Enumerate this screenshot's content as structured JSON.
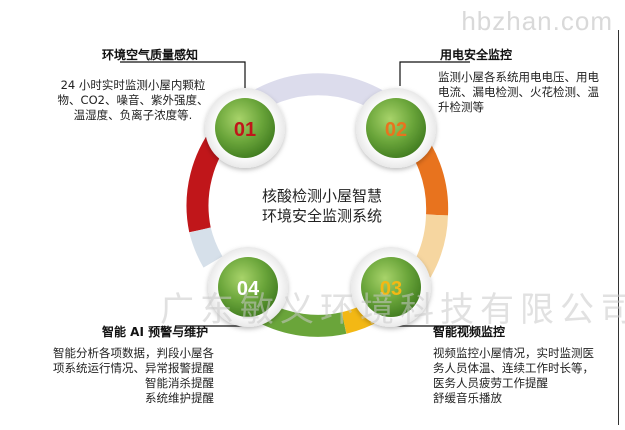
{
  "watermark_top": "hbzhan.com",
  "watermark_mid": "广东敏义环境科技有限公司",
  "center": {
    "line1": "核酸检测小屋智慧",
    "line2": "环境安全监测系统"
  },
  "nodes": [
    {
      "number": "01",
      "title": "环境空气质量感知",
      "lines": [
        "24 小时实时监测小屋内颗粒",
        "物、CO2、噪音、紫外强度、",
        "温湿度、负离子浓度等."
      ]
    },
    {
      "number": "02",
      "title": "用电安全监控",
      "lines": [
        "监测小屋各系统用电电压、用电",
        "电流、漏电检测、火花检测、温",
        "升检测等"
      ]
    },
    {
      "number": "03",
      "title": "智能视频监控",
      "lines": [
        "视频监控小屋情况，实时监测医",
        "务人员体温、连续工作时长等，",
        "医务人员疲劳工作提醒",
        "舒缓音乐播放"
      ]
    },
    {
      "number": "04",
      "title": "智能 AI 预警与维护",
      "lines": [
        "智能分析各项数据，判段小屋各",
        "项系统运行情况、异常报警提醒",
        "智能消杀提醒",
        "系统维护提醒"
      ]
    }
  ],
  "colors": {
    "node_green": "#6aa53a",
    "n01": "#c0161a",
    "n02": "#e8731e",
    "n03": "#f3b814",
    "n04": "#ffffff"
  }
}
